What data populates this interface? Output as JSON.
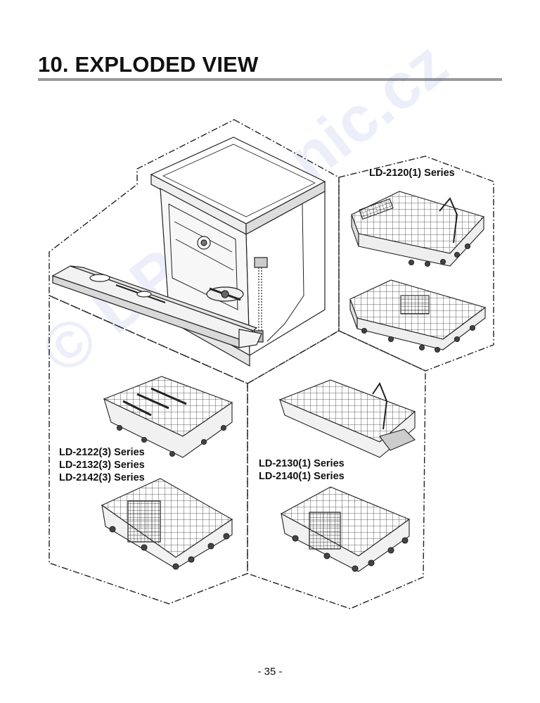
{
  "page": {
    "title": "10. EXPLODED VIEW",
    "page_number": "- 35 -",
    "watermark": "© DPL Tronic.cz"
  },
  "groups": [
    {
      "id": "top-right",
      "lines": [
        "LD-2120(1) Series"
      ]
    },
    {
      "id": "bottom-left",
      "lines": [
        "LD-2122(3) Series",
        "LD-2132(3) Series",
        "LD-2142(3) Series"
      ]
    },
    {
      "id": "bottom-right",
      "lines": [
        "LD-2130(1) Series",
        "LD-2140(1) Series"
      ]
    }
  ],
  "colors": {
    "rule": "#9a9a9a",
    "lines": "#222222",
    "watermark": "#465ac8"
  }
}
